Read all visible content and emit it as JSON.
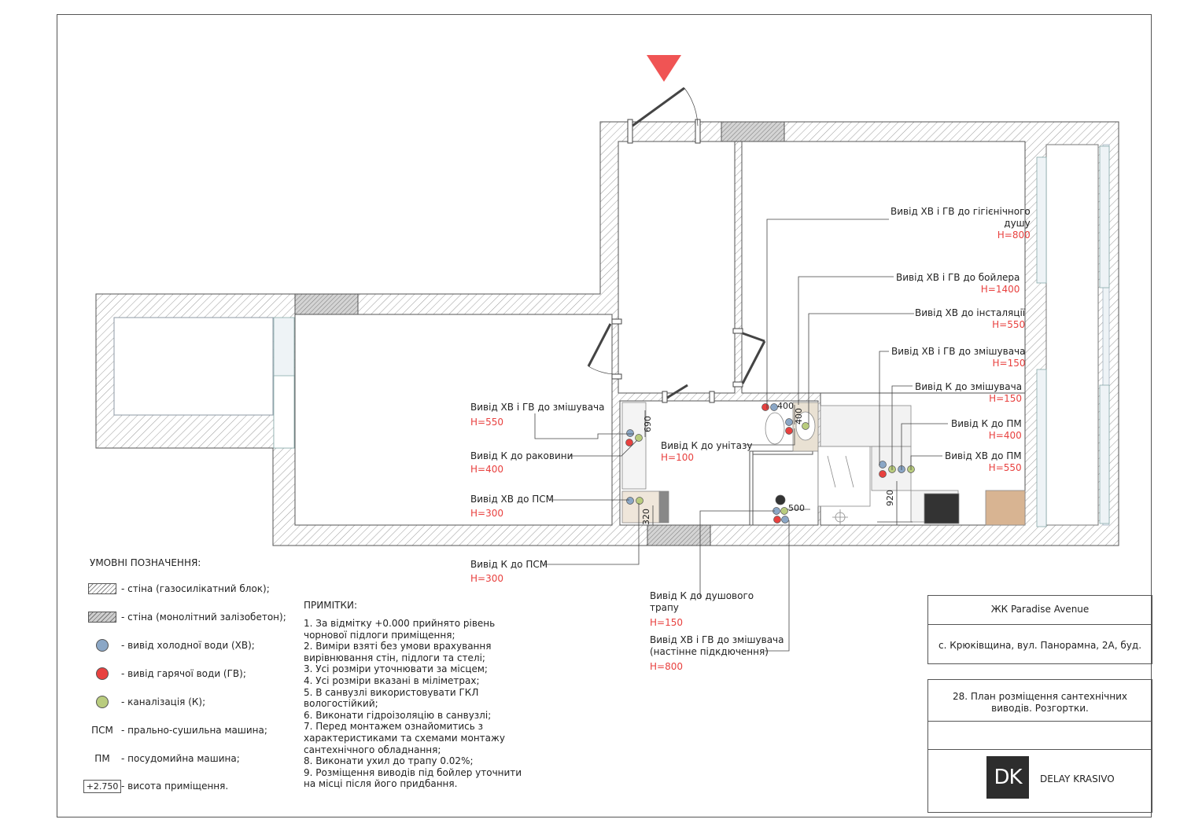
{
  "colors": {
    "cold": "#8ba7c6",
    "hot": "#e8413f",
    "sewer": "#b9cc7e",
    "accent_marker": "#f05454"
  },
  "callouts": [
    {
      "id": "c1",
      "text": "Вивід ХВ і ГВ до гігієнічного душу",
      "line1": "Вивід ХВ і ГВ до гігієнічного",
      "line2": "душу",
      "h": "H=800"
    },
    {
      "id": "c2",
      "text": "Вивід ХВ і ГВ до бойлера",
      "h": "H=1400"
    },
    {
      "id": "c3",
      "text": "Вивід ХВ до інсталяції",
      "h": "H=550"
    },
    {
      "id": "c4",
      "text": "Вивід ХВ і ГВ до змішувача",
      "h": "H=150"
    },
    {
      "id": "c5",
      "text": "Вивід К до змішувача",
      "h": "H=150"
    },
    {
      "id": "c6",
      "text": "Вивід К до ПМ",
      "h": "H=400"
    },
    {
      "id": "c7",
      "text": "Вивід ХВ до ПМ",
      "h": "H=550"
    },
    {
      "id": "c8",
      "text": "Вивід ХВ і ГВ до змішувача",
      "h": "H=550"
    },
    {
      "id": "c9",
      "text": "Вивід К до раковини",
      "h": "H=400"
    },
    {
      "id": "c10",
      "text": "Вивід ХВ до ПСМ",
      "h": "H=300"
    },
    {
      "id": "c11",
      "text": "Вивід К до унітазу",
      "h": "H=100"
    },
    {
      "id": "c12",
      "text": "Вивід К до ПСМ",
      "h": "H=300"
    },
    {
      "id": "c13",
      "line1": "Вивід К до душового",
      "line2": "трапу",
      "h": "H=150"
    },
    {
      "id": "c14",
      "line1": "Вивід ХВ і ГВ до змішувача",
      "line2": "(настінне підкдючення)",
      "h": "H=800"
    }
  ],
  "dimensions": {
    "d690": "690",
    "d400a": "400",
    "d400b": "400",
    "d320": "320",
    "d500": "500",
    "d920": "920"
  },
  "legend": {
    "title": "УМОВНІ ПОЗНАЧЕННЯ:",
    "items": [
      {
        "symbol": "hatch-light",
        "text": "- стіна (газосилікатний блок);"
      },
      {
        "symbol": "hatch-dense",
        "text": "- стіна (монолітний залізобетон);"
      },
      {
        "symbol": "cold-dot",
        "text": "- вивід холодної води (ХВ);"
      },
      {
        "symbol": "hot-dot",
        "text": "- вивід гарячої води (ГВ);"
      },
      {
        "symbol": "sewer-dot",
        "text": "- каналізація (К);"
      },
      {
        "symbol_text": "ПСМ",
        "text": "- прально-сушильна машина;"
      },
      {
        "symbol_text": "ПМ",
        "text": "- посудомийна машина;"
      },
      {
        "symbol_text": "+2.750",
        "text": "- висота приміщення."
      }
    ]
  },
  "notes": {
    "title": "ПРИМІТКИ:",
    "items": [
      "1. За відмітку +0.000 прийнято рівень чорнової підлоги приміщення;",
      "2. Виміри взяті без умови врахування вирівнювання стін, підлоги та стелі;",
      "3. Усі розміри уточнювати за місцем;",
      "4. Усі розміри вказані в міліметрах;",
      "5. В санвузлі використовувати ГКЛ вологостійкий;",
      "6. Виконати гідроізоляцію в санвузлі;",
      "7. Перед монтажем ознайомитись з характеристиками та схемами монтажу сантехнічного обладнання;",
      "8. Виконати ухил до трапу 0.02%;",
      "9. Розміщення виводів під бойлер уточнити на місці після його придбання."
    ]
  },
  "title_block": {
    "project": "ЖК Paradise Avenue",
    "address": "с. Крюківщина, вул. Панорамна, 2А, буд.",
    "sheet_line1": "28. План розміщення сантехнічних",
    "sheet_line2": "виводів. Розгортки.",
    "logo": "DK",
    "studio": "DELAY KRASIVO"
  }
}
